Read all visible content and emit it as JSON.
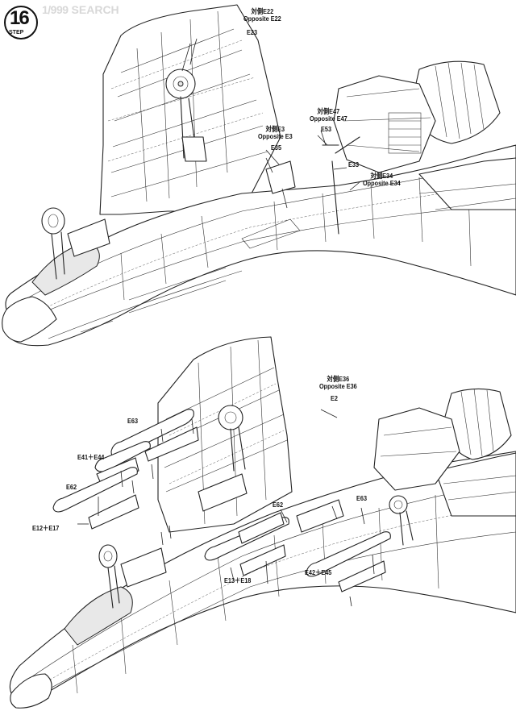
{
  "header": {
    "brand_num": "1/999",
    "brand_word": "SEARCH"
  },
  "step": {
    "number": "16",
    "word": "STEP"
  },
  "callouts_top": {
    "e22": [
      "対側E22",
      "Opposite E22"
    ],
    "e23": "E23",
    "e3": [
      "対側E3",
      "Opposite E3"
    ],
    "e35": "E35",
    "e47": [
      "対側E47",
      "Opposite E47"
    ],
    "e53": "E53",
    "e33": "E33",
    "e34": [
      "対側E34",
      "Opposite E34"
    ]
  },
  "callouts_bottom": {
    "e36": [
      "対側E36",
      "Opposite E36"
    ],
    "e2": "E2",
    "e63_left": "E63",
    "e41_e44": "E41＋E44",
    "e62_left": "E62",
    "e12_e17": "E12＋E17",
    "e62_mid": "E62",
    "e63_right": "E63",
    "e13_e18": "E13＋E18",
    "e42_e45": "E42＋E45"
  },
  "icons": [
    "step-badge",
    "fighter-jet-upper-view",
    "fighter-jet-lower-view",
    "landing-gear",
    "pylon-part",
    "leader-arrow"
  ]
}
